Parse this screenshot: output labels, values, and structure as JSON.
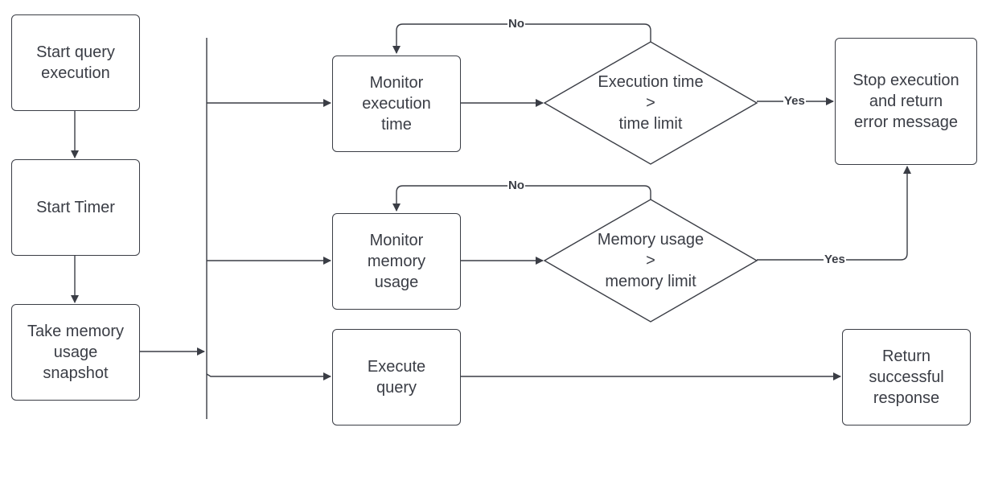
{
  "nodes": {
    "start_query": "Start query\nexecution",
    "start_timer": "Start Timer",
    "memory_snapshot": "Take memory\nusage\nsnapshot",
    "monitor_time": "Monitor\nexecution\ntime",
    "monitor_memory": "Monitor\nmemory\nusage",
    "execute_query": "Execute\nquery",
    "stop_execution": "Stop execution\nand return\nerror message",
    "return_success": "Return\nsuccessful\nresponse"
  },
  "decisions": {
    "time_check": "Execution time\n>\ntime limit",
    "memory_check": "Memory usage\n>\nmemory limit"
  },
  "edges": {
    "time_no": "No",
    "time_yes": "Yes",
    "memory_no": "No",
    "memory_yes": "Yes"
  }
}
